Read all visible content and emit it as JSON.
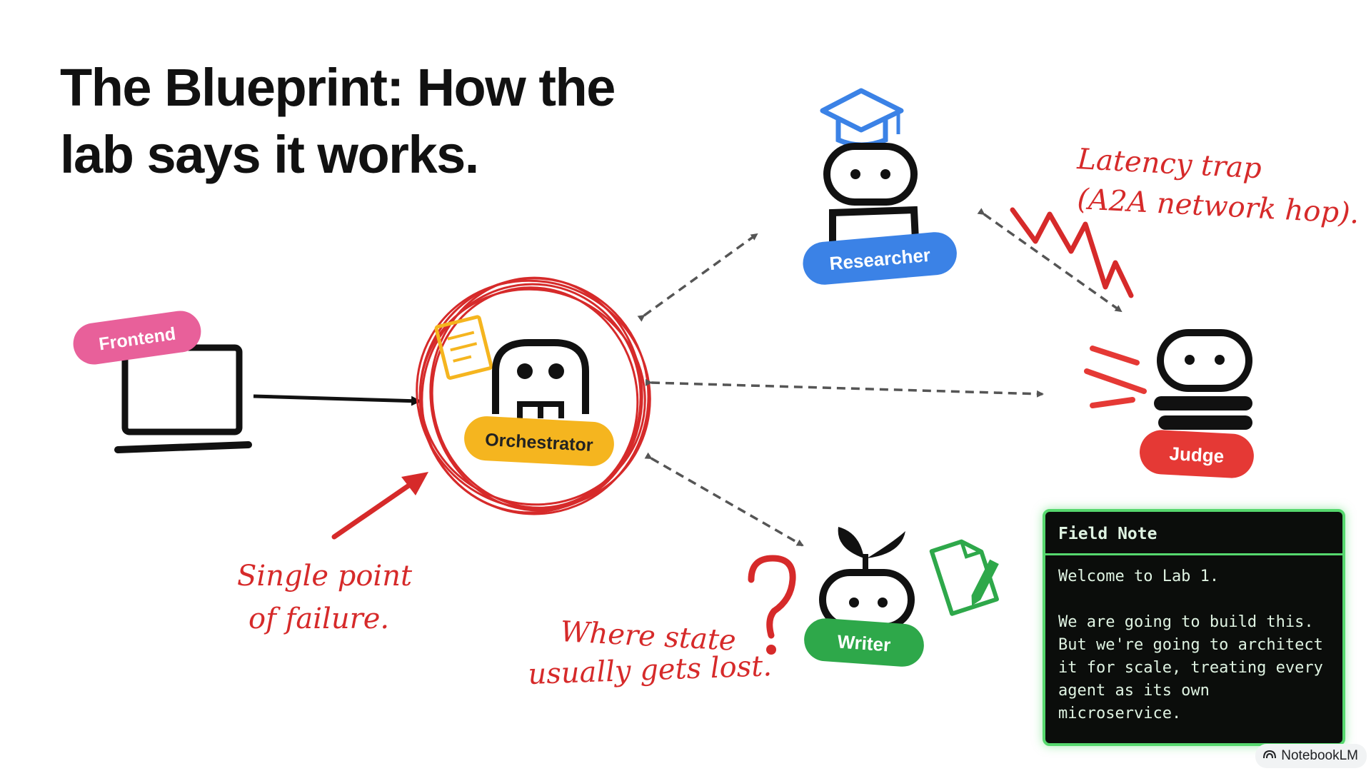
{
  "title": {
    "line1": "The Blueprint: How the",
    "line2": "lab says it works."
  },
  "nodes": {
    "frontend": "Frontend",
    "orchestrator": "Orchestrator",
    "researcher": "Researcher",
    "judge": "Judge",
    "writer": "Writer"
  },
  "annotations": {
    "spof_line1": "Single point",
    "spof_line2": "of failure.",
    "latency_line1": "Latency trap",
    "latency_line2": "(A2A network hop).",
    "state_line1": "Where state",
    "state_line2": "usually gets lost.",
    "question_mark": "?"
  },
  "field_note": {
    "title": "Field Note",
    "line1": "Welcome to Lab 1.",
    "line2": "We are going to build this. But we're going to architect it for scale, treating every agent as its own microservice."
  },
  "branding": {
    "label": "NotebookLM",
    "icon": "notebooklm-logo-icon"
  },
  "colors": {
    "frontend": "#e8609a",
    "orchestrator": "#f5b51f",
    "researcher": "#3b82e6",
    "judge": "#e53935",
    "writer": "#2ea84a",
    "annotation": "#d62a2a",
    "field_note_border": "#56d86e"
  }
}
